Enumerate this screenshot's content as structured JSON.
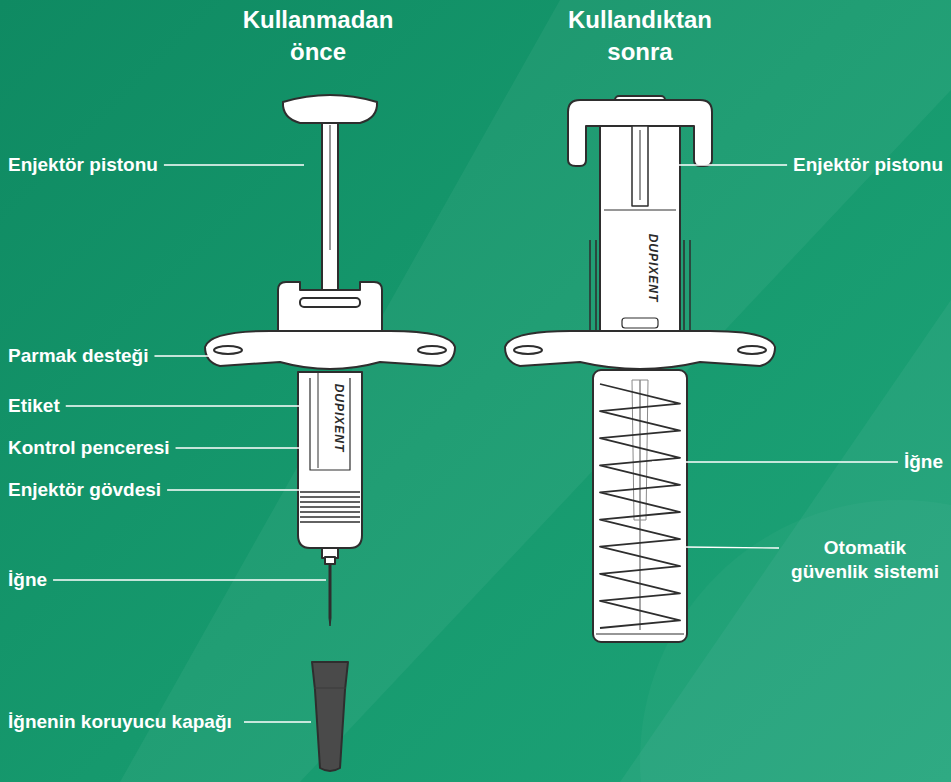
{
  "diagram": {
    "labels": [
      "Kullanmadan önce",
      "Kullandıktan sonra",
      "Enjektör pistonu",
      "Parmak desteği",
      "Etiket",
      "Kontrol penceresi",
      "Enjektör gövdesi",
      "İğne",
      "İğnenin koruyucu kapağı",
      "DUPIXENT",
      "Enjektör pistonu",
      "DUPIXENT",
      "İğne",
      "Otomatik güvenlik sistemi"
    ]
  }
}
